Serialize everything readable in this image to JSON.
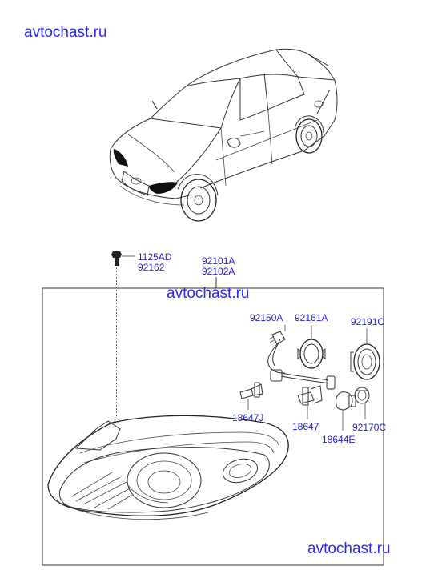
{
  "watermarks": {
    "top_left": "avtochast.ru",
    "middle": "avtochast.ru",
    "bottom_right": "avtochast.ru"
  },
  "labels": {
    "p1125ad": "1125AD",
    "p92162": "92162",
    "p92101a": "92101A",
    "p92102a": "92102A",
    "p92150a": "92150A",
    "p92161a": "92161A",
    "p92191c": "92191C",
    "p18647j": "18647J",
    "p18647": "18647",
    "p18644e": "18644E",
    "p92170c": "92170C"
  }
}
